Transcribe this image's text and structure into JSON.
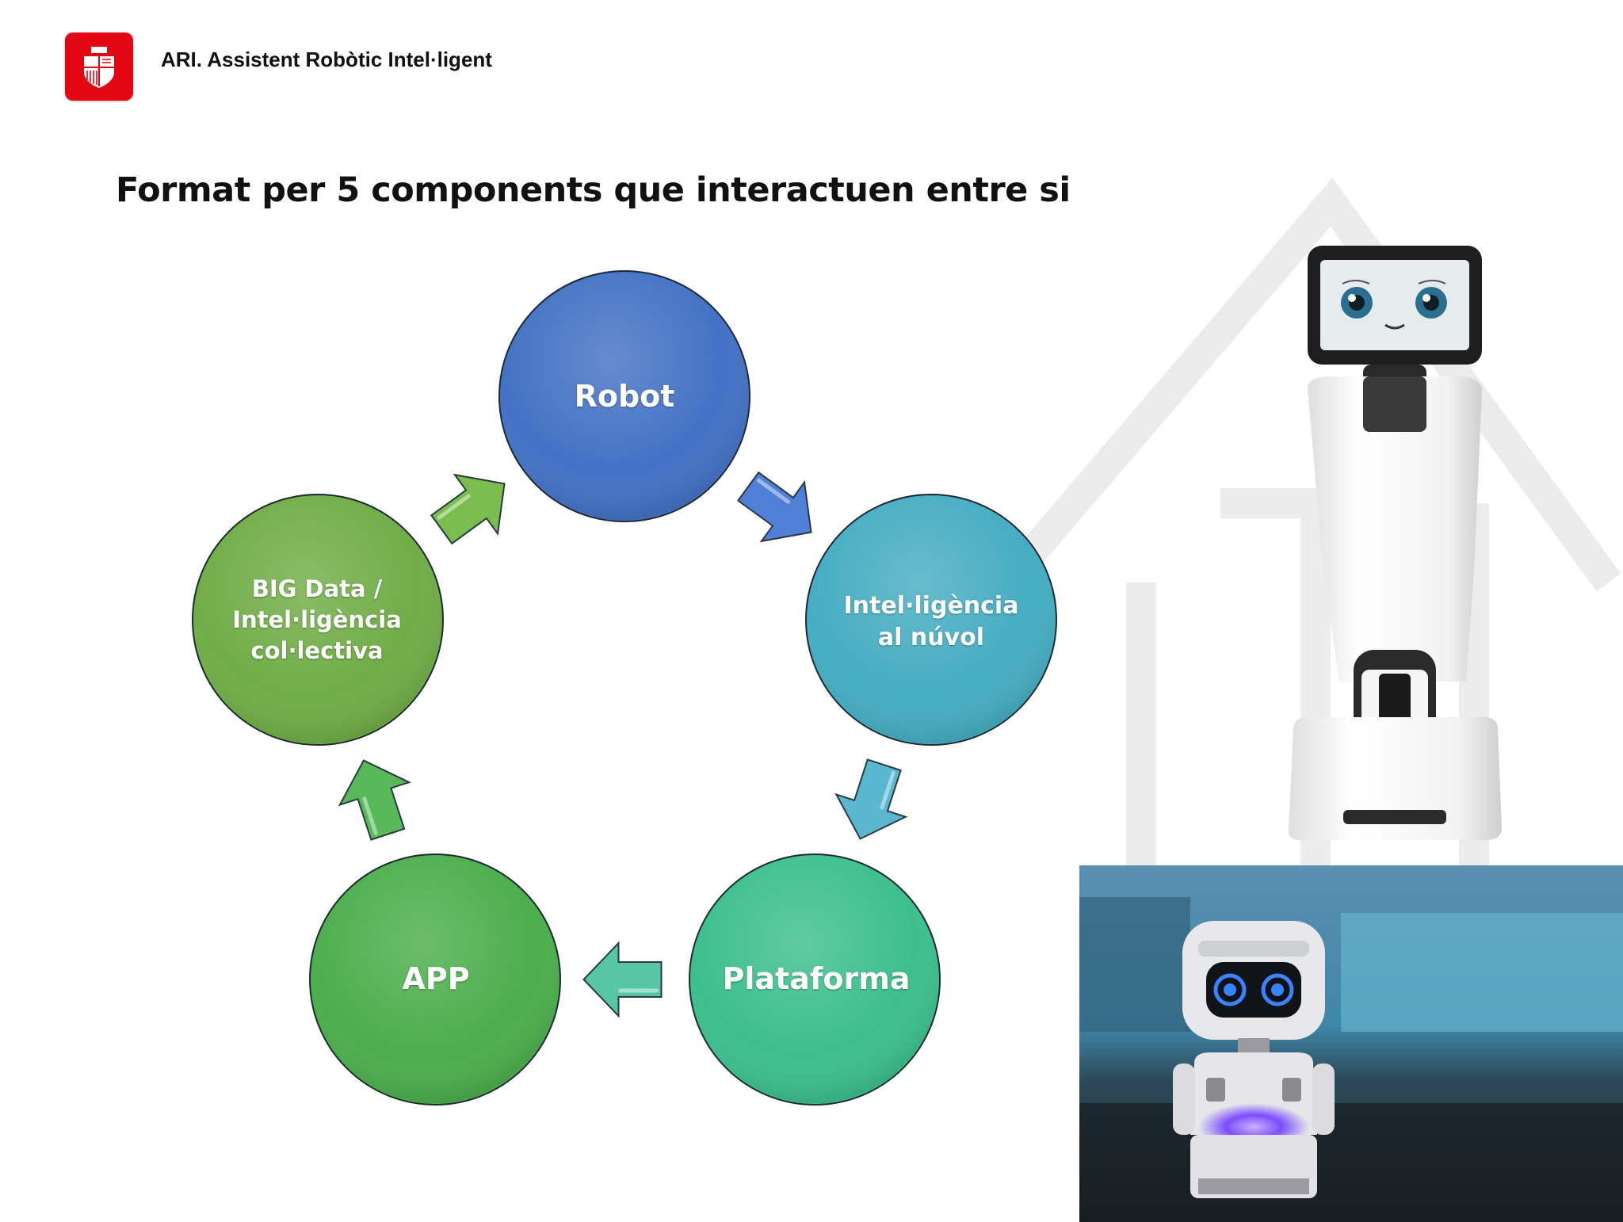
{
  "header": {
    "logo": "barcelona-city-council-logo",
    "title": "ARI. Assistent Robòtic Intel·ligent"
  },
  "slide": {
    "title": "Format per 5 components que interactuen entre si"
  },
  "diagram": {
    "type": "cycle",
    "nodes": [
      {
        "id": "robot",
        "lines": [
          "Robot"
        ],
        "color": "#4472c4"
      },
      {
        "id": "cloud",
        "lines": [
          "Intel·ligència",
          "al núvol"
        ],
        "color": "#46adc2"
      },
      {
        "id": "platform",
        "lines": [
          "Plataforma"
        ],
        "color": "#3dbf8c"
      },
      {
        "id": "app",
        "lines": [
          "APP"
        ],
        "color": "#4cae4c"
      },
      {
        "id": "bigdata",
        "lines": [
          "BIG Data /",
          "Intel·ligència",
          "col·lectiva"
        ],
        "color": "#70ad47"
      }
    ],
    "arrows": [
      {
        "from": "robot",
        "to": "cloud",
        "color": "#4f7fd6"
      },
      {
        "from": "cloud",
        "to": "platform",
        "color": "#5ab7cf"
      },
      {
        "from": "platform",
        "to": "app",
        "color": "#58c6a4"
      },
      {
        "from": "app",
        "to": "bigdata",
        "color": "#57b95a"
      },
      {
        "from": "bigdata",
        "to": "robot",
        "color": "#79bd4e"
      }
    ]
  },
  "images": [
    {
      "name": "service-robot-photo",
      "icon": "tablet-face-robot"
    },
    {
      "name": "small-robot-photo",
      "icon": "desktop-robot-blue-eyes"
    }
  ]
}
